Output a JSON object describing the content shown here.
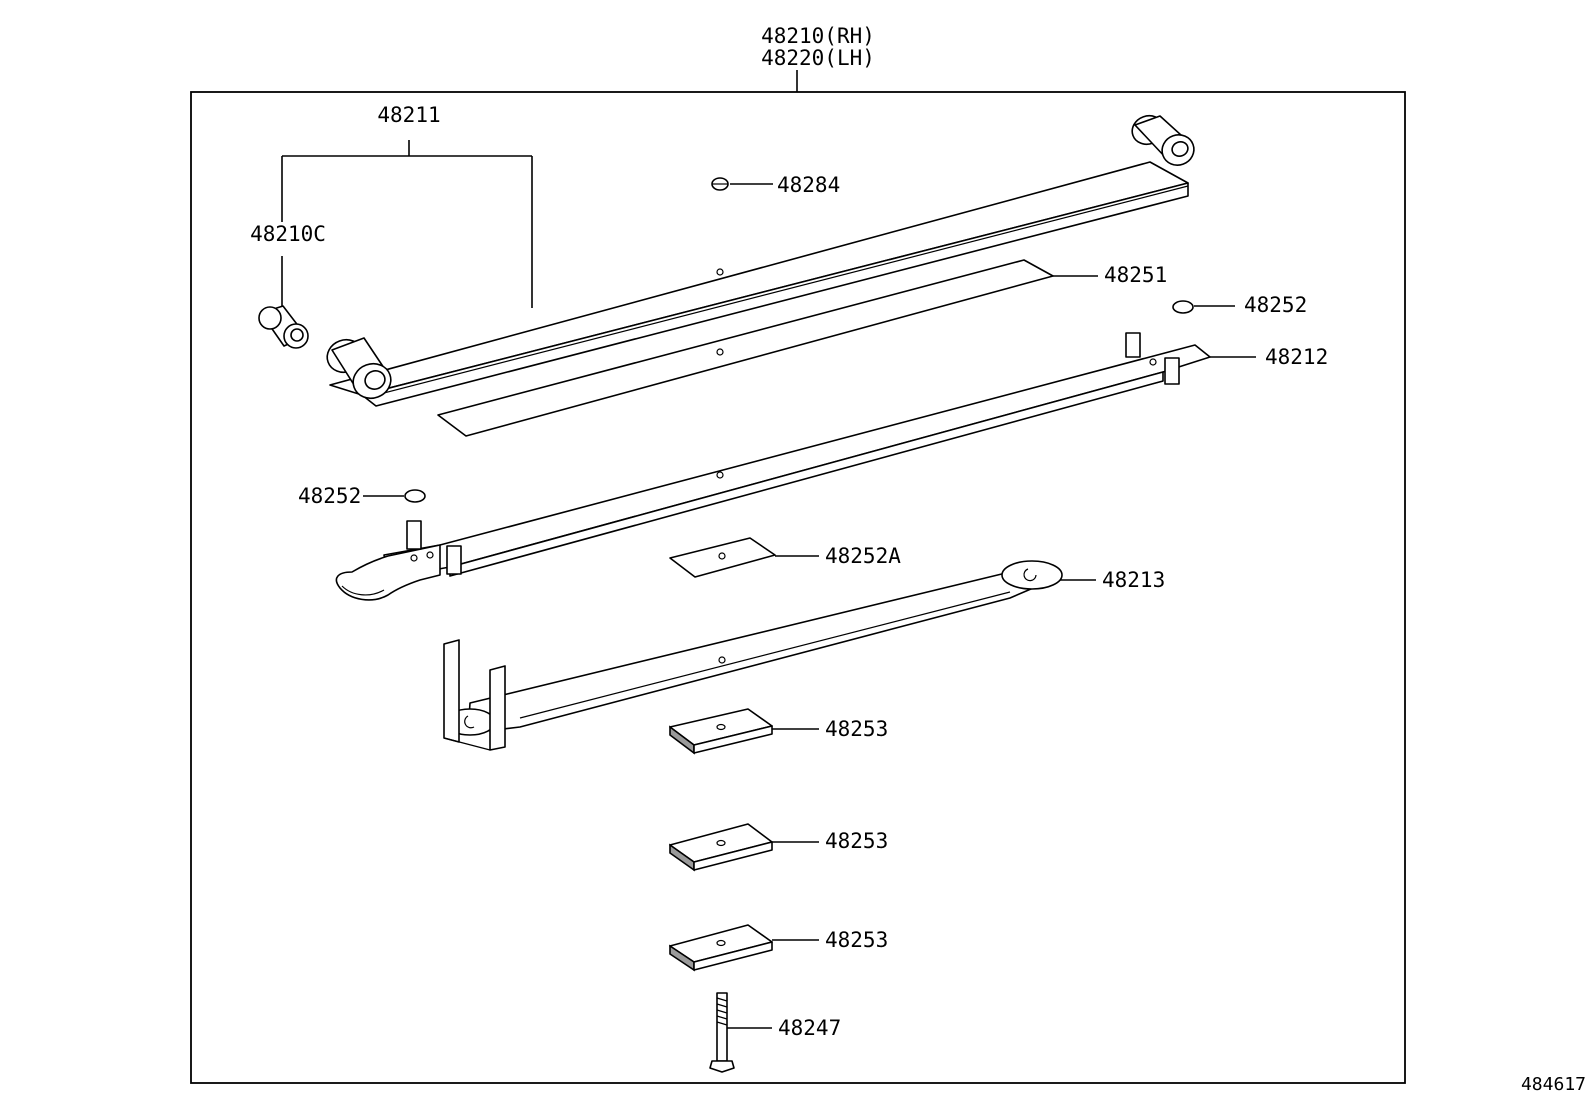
{
  "diagram": {
    "assembly": {
      "line1": "48210(RH)",
      "line2": "48220(LH)"
    },
    "labels": {
      "leaf_1": "48211",
      "bushing": "48210C",
      "nut": "48284",
      "liner_1": "48251",
      "insert_right": "48252",
      "leaf_2": "48212",
      "insert_left": "48252",
      "liner_2": "48252A",
      "leaf_3": "48213",
      "spacer_1": "48253",
      "spacer_2": "48253",
      "spacer_3": "48253",
      "center_bolt": "48247"
    },
    "figure_number": "484617"
  }
}
